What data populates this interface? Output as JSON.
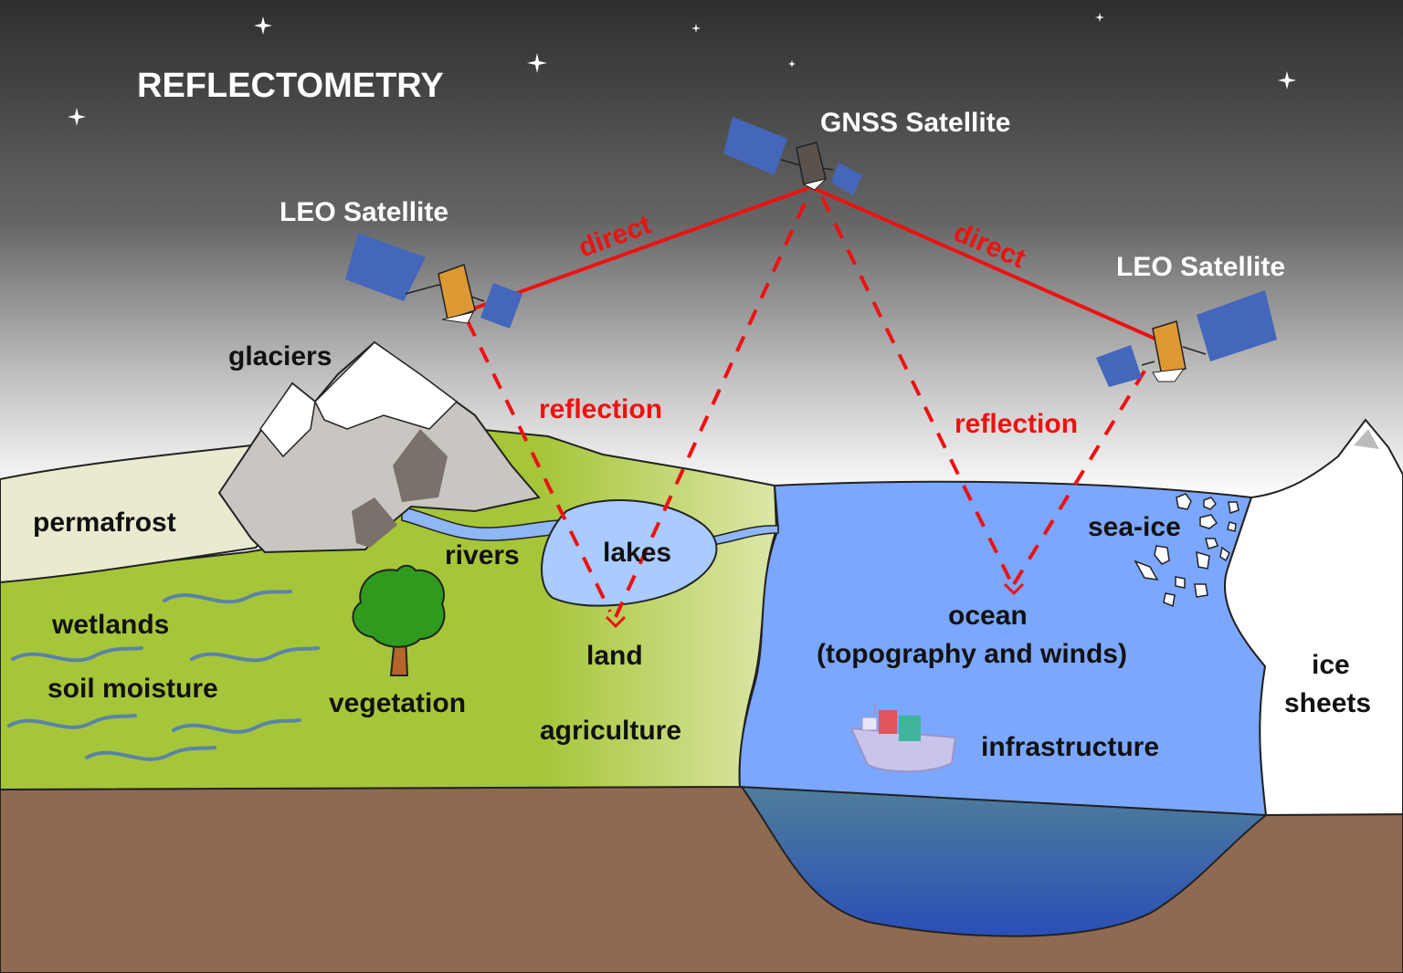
{
  "title": "REFLECTOMETRY",
  "satellites": {
    "gnss": "GNSS Satellite",
    "leo_left": "LEO Satellite",
    "leo_right": "LEO Satellite"
  },
  "signals": {
    "direct_left": "direct",
    "direct_right": "direct",
    "reflection_left": "reflection",
    "reflection_right": "reflection"
  },
  "features": {
    "glaciers": "glaciers",
    "permafrost": "permafrost",
    "rivers": "rivers",
    "lakes": "lakes",
    "wetlands": "wetlands",
    "soil_moisture": "soil moisture",
    "vegetation": "vegetation",
    "land": "land",
    "agriculture": "agriculture",
    "ocean": "ocean",
    "ocean_sub": "(topography and winds)",
    "sea_ice": "sea-ice",
    "infrastructure": "infrastructure",
    "ice_sheets_1": "ice",
    "ice_sheets_2": "sheets"
  },
  "colors": {
    "signal": "#ee1111",
    "ocean": "#7ba7ff",
    "land": "#a6c63a",
    "soil": "#8f6a50",
    "panel": "#4466bb",
    "sat_body": "#dd9933"
  }
}
